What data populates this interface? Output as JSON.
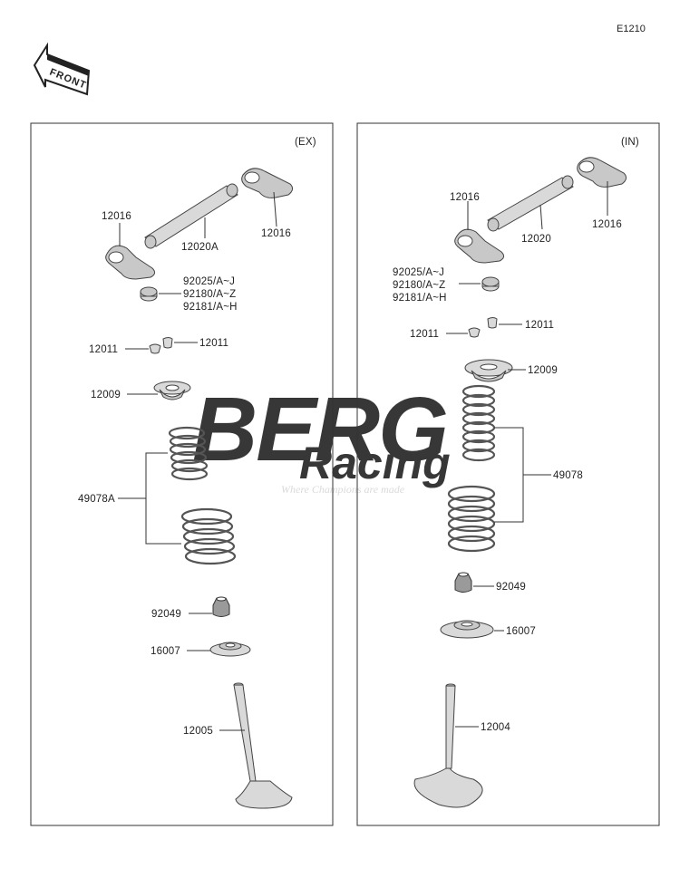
{
  "diagram_code": "E1210",
  "front_label": "FRONT",
  "watermark": {
    "line1": "BERG",
    "line2": "Racing",
    "tagline": "Where Champions are made"
  },
  "panels": {
    "ex": {
      "tag": "(EX)",
      "labels": {
        "rocker_left": "12016",
        "rocker_right": "12016",
        "shaft": "12020A",
        "shim_1": "92025/A~J",
        "shim_2": "92180/A~Z",
        "shim_3": "92181/A~H",
        "keeper_left": "12011",
        "keeper_right": "12011",
        "retainer": "12009",
        "springs": "49078A",
        "seal": "92049",
        "seat": "16007",
        "valve": "12005"
      }
    },
    "in": {
      "tag": "(IN)",
      "labels": {
        "rocker_left": "12016",
        "rocker_right": "12016",
        "shaft": "12020",
        "shim_1": "92025/A~J",
        "shim_2": "92180/A~Z",
        "shim_3": "92181/A~H",
        "keeper_left": "12011",
        "keeper_right": "12011",
        "retainer": "12009",
        "springs": "49078",
        "seal": "92049",
        "seat": "16007",
        "valve": "12004"
      }
    }
  }
}
